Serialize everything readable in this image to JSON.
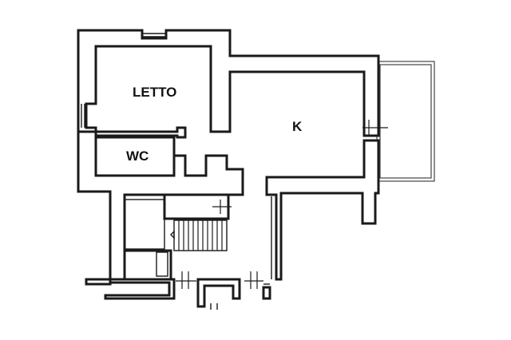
{
  "rooms": {
    "bedroom": "LETTO",
    "bathroom": "WC",
    "kitchen": "K"
  }
}
